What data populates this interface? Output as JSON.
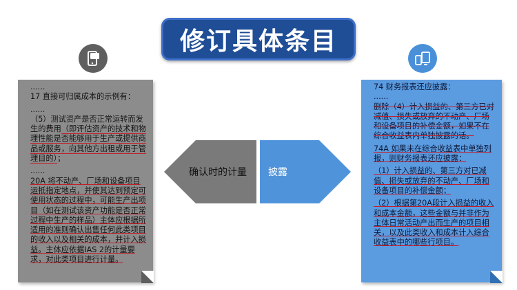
{
  "title": "修订具体条目",
  "colors": {
    "title_bg": "#1f4e96",
    "left_note_bg": "#8c8c8c",
    "right_note_bg": "#5b9be0",
    "arrow_left": "#7a7a7a",
    "arrow_right": "#4f93db",
    "underline": "#c0202a"
  },
  "icons": {
    "left": "mobile-phone-icon",
    "right": "devices-icon"
  },
  "left_note": {
    "dots1": "......",
    "heading": "17 直接可归属成本的示例有：",
    "dots2": "......",
    "item5_plain": "（5）测试资产是否正常运转而发生的费用",
    "item5_marked": "（即评估资产的技术和物理性能是否能够用于生产或提供商品或服务，向其他方出租或用于管理目的）",
    "item5_end": "；",
    "dots3": "......",
    "para20a": "20A 将不动产、厂场和设备项目运抵指定地点，并使其达到预定可使用状态的过程中，可能生产出项目（如在测试该资产功能是否正常过程中生产的样品）主体应根据所适用的准则确认出售任何此类项目的收入以及相关的成本，并计入损益。主体应依据IAS 2的计量要求，对此类项目进行计量。"
  },
  "arrows": {
    "left_label": "确认时的计量",
    "right_label": "披露"
  },
  "right_note": {
    "heading": "74 财务报表还应披露：",
    "dots": "......",
    "deleted": "删除（4）计入损益的、第三方已对减值、损失或放弃的不动产、厂场和设备项目的补偿金额，如果不在综合收益表内单独披露的话。",
    "new_intro": "74A 如果未在综合收益表中单独列报，则财务报表还应披露：",
    "item1": "（1）计入损益的、第三方对已减值、损失或放弃的不动产、厂场和设备项目的补偿金额；",
    "item2": "（2）根据第20A段计入损益的收入和成本金额，这些金额与并非作为主体日常活动产出而生产的项目相关，以及此类收入和成本计入综合收益表中的哪些行项目。"
  }
}
